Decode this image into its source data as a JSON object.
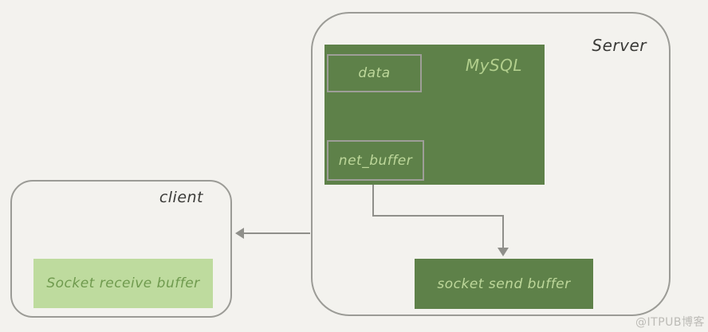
{
  "diagram": {
    "server": {
      "label": "Server",
      "mysql": {
        "label": "MySQL",
        "data_node": "data",
        "net_buffer_node": "net_buffer"
      },
      "socket_send_buffer": "socket send buffer"
    },
    "client": {
      "label": "client",
      "socket_receive_buffer": "Socket receive buffer"
    },
    "arrows": [
      {
        "name": "data-to-net-buffer",
        "direction": "down"
      },
      {
        "name": "net-buffer-to-socket-send-buffer",
        "direction": "down-right-down"
      },
      {
        "name": "server-to-client",
        "direction": "left"
      }
    ],
    "watermark": "@ITPUB博客"
  },
  "colors": {
    "background": "#f3f2ee",
    "dark_green_fill": "#5e8149",
    "light_green_fill": "#bedb9e",
    "outer_border_gray": "#9b9b96",
    "node_border_gray": "#9e9e98",
    "arrow_gray": "#8f8f8a",
    "light_green_text": "#bdd79a",
    "green_text": "#6f9a4e",
    "dark_label_text": "#3b3b38",
    "watermark_gray": "#bcbbb6"
  }
}
